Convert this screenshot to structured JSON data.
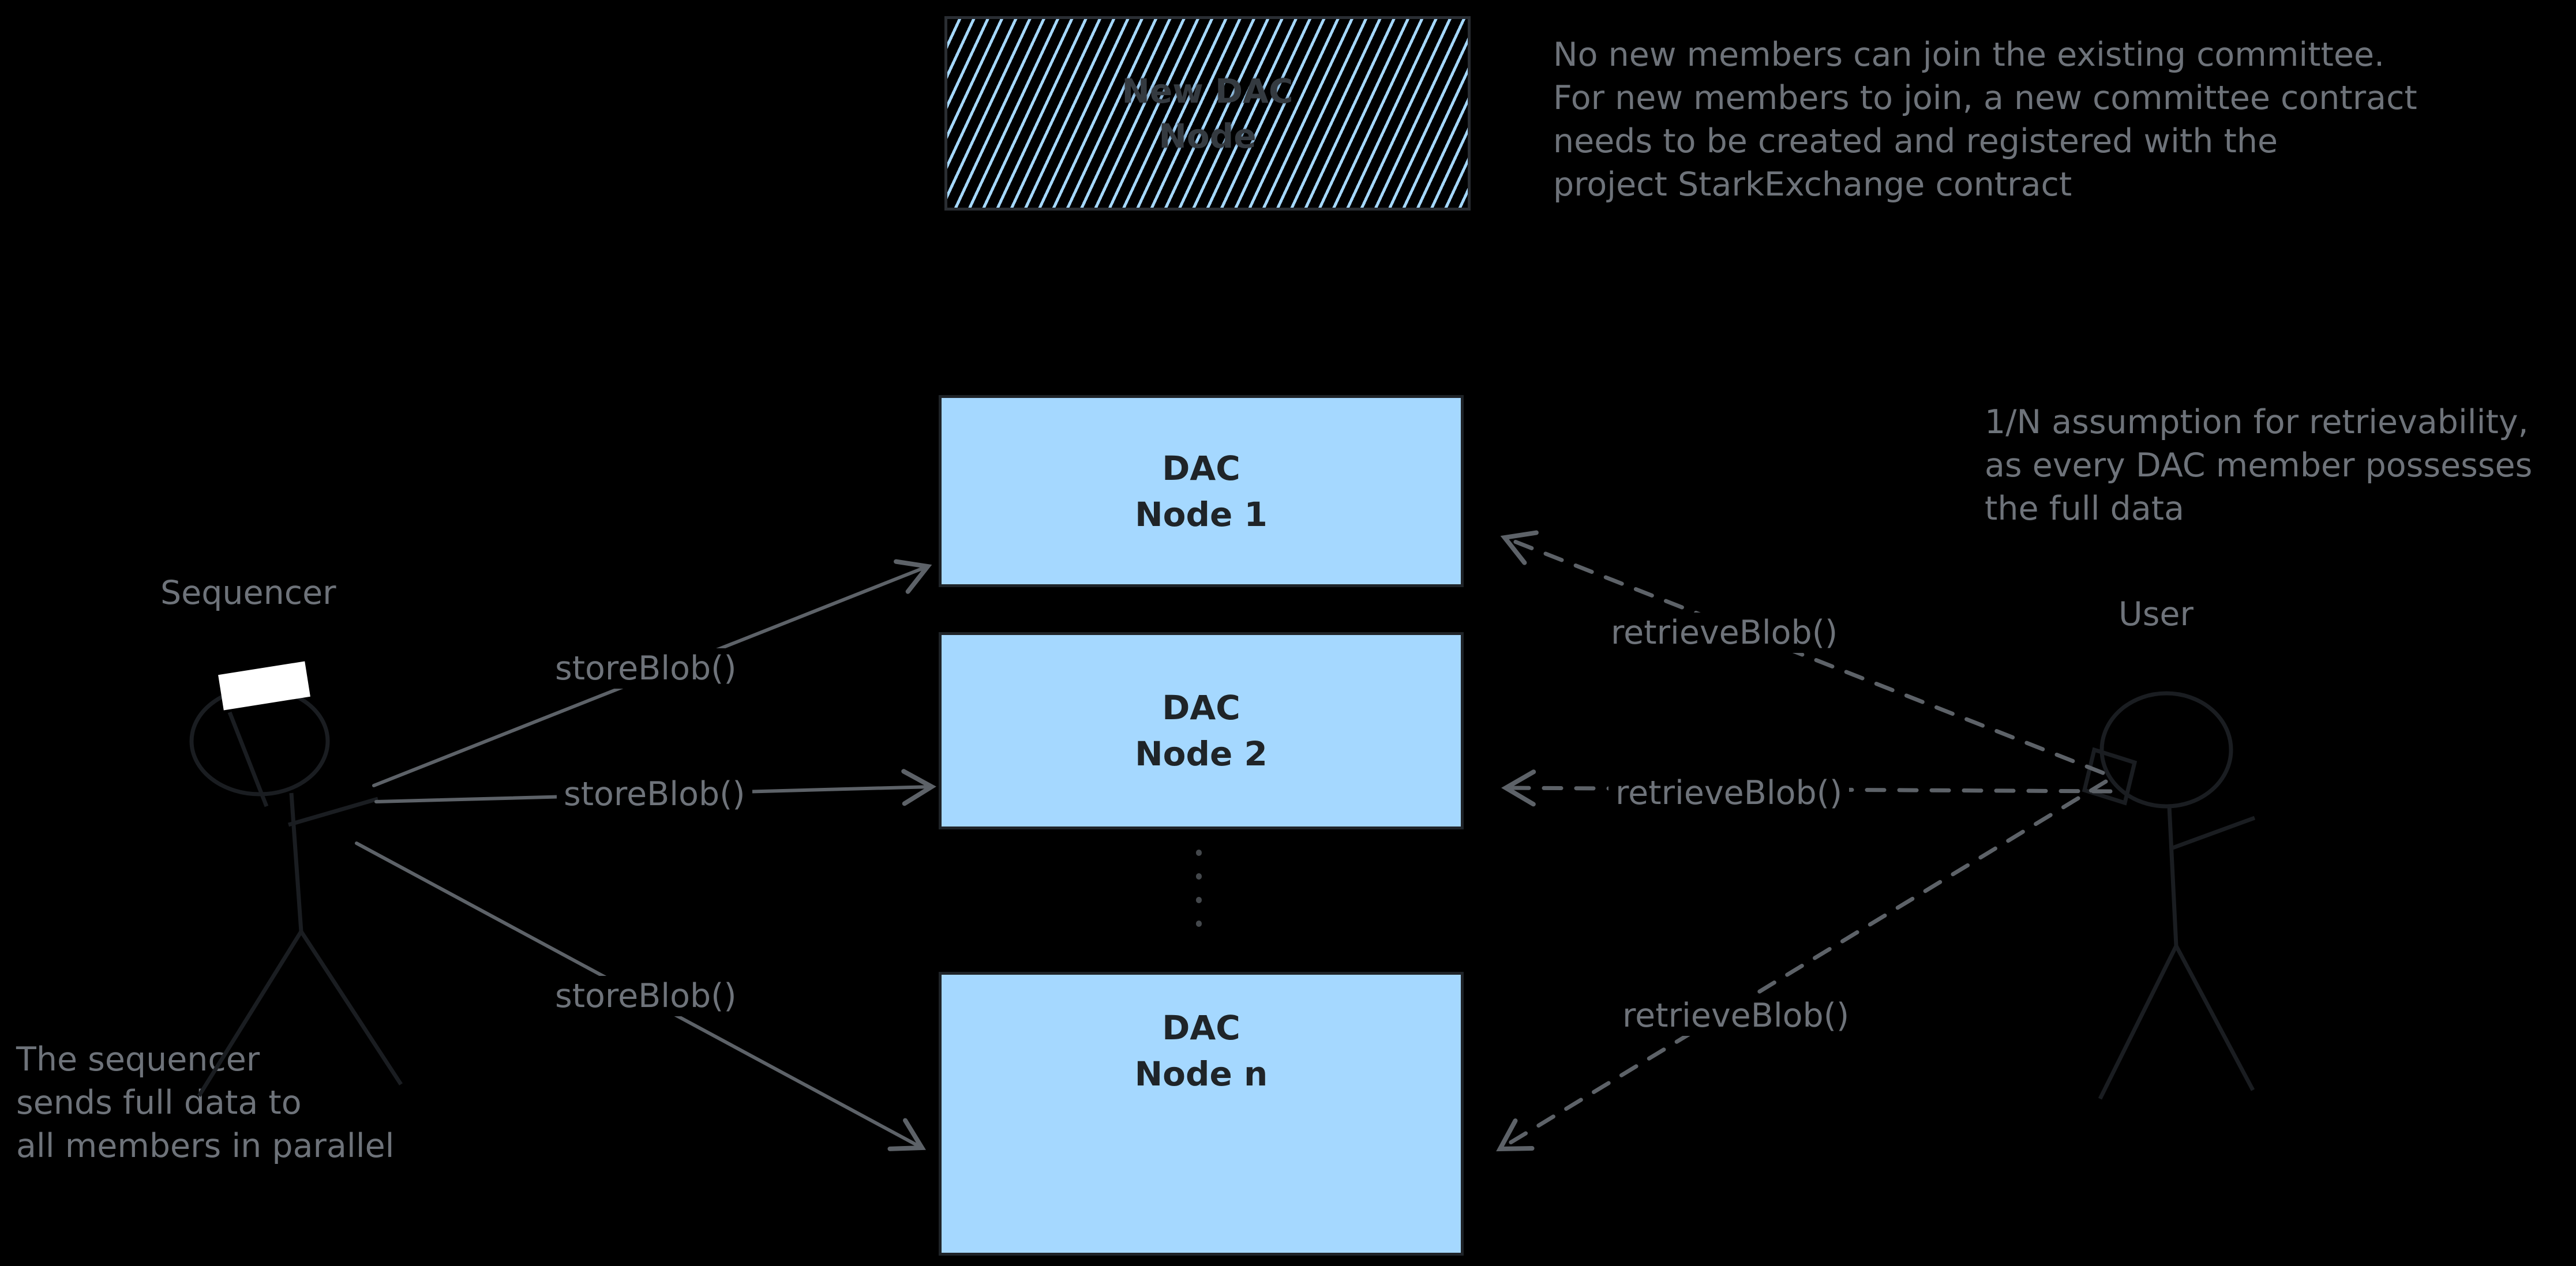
{
  "colors": {
    "background": "#000000",
    "node_fill": "#a5d8ff",
    "node_border": "#1f2327",
    "node_text": "#1f2428",
    "hatch_stripe": "#a5d8ff",
    "hatch_text": "#343a40",
    "annotation_text": "#6e737a",
    "arrow_stroke": "#5d6268",
    "envelope_fill": "#ffffff"
  },
  "top_box": {
    "label_lines": [
      "New DAC",
      "Node"
    ]
  },
  "notes": {
    "committee_lines": [
      "No new members can join the existing committee.",
      "For new members to join, a new committee contract",
      "needs to be created and registered with the",
      "project StarkExchange contract"
    ],
    "retrievability_lines": [
      "1/N assumption for retrievability,",
      "as every DAC member possesses",
      "the full data"
    ],
    "sequencer_note_lines": [
      "The sequencer",
      "sends full data to",
      "all members in parallel"
    ]
  },
  "actors": {
    "sequencer_label": "Sequencer",
    "user_label": "User"
  },
  "nodes": [
    {
      "title_lines": [
        "DAC",
        "Node 1"
      ]
    },
    {
      "title_lines": [
        "DAC",
        "Node 2"
      ]
    },
    {
      "title_lines": [
        "DAC",
        "Node n"
      ]
    }
  ],
  "edge_labels": {
    "store": "storeBlob()",
    "retrieve": "retrieveBlob()"
  }
}
